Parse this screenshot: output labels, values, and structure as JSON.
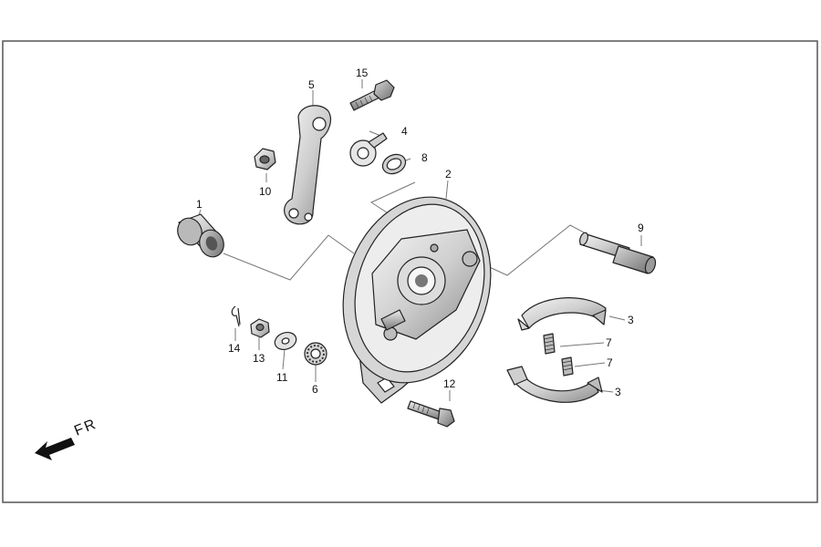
{
  "diagram": {
    "direction_label": "FR",
    "callouts": {
      "p1": "1",
      "p2": "2",
      "p3a": "3",
      "p3b": "3",
      "p4": "4",
      "p5": "5",
      "p6": "6",
      "p7a": "7",
      "p7b": "7",
      "p8": "8",
      "p9": "9",
      "p10": "10",
      "p11": "11",
      "p12": "12",
      "p13": "13",
      "p14": "14",
      "p15": "15"
    }
  }
}
